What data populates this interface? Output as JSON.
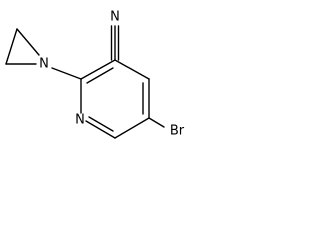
{
  "structure": {
    "atom_labels": {
      "nitrile_nitrogen": "N",
      "aziridine_nitrogen": "N",
      "pyridine_nitrogen": "N",
      "bromine": "Br"
    }
  }
}
